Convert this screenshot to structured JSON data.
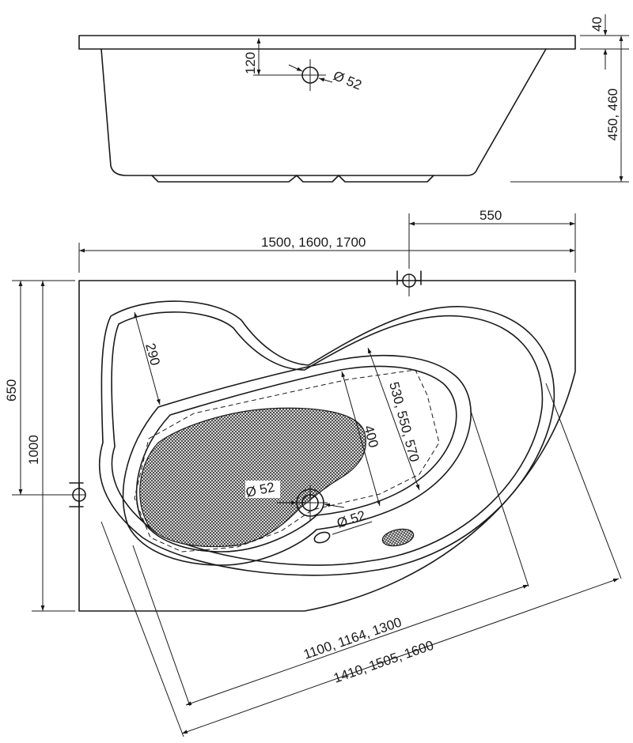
{
  "side_view": {
    "rim_height": "40",
    "total_height": "450, 460",
    "drain_height": "120",
    "drain_diameter": "Ø 52"
  },
  "top_view": {
    "tap_offset": "550",
    "overall_width": "1500, 1600, 1700",
    "height_650": "650",
    "height_1000": "1000",
    "depth_290": "290",
    "inner_width": "400",
    "inner_span": "530, 550, 570",
    "drain_diameter_1": "Ø 52",
    "drain_diameter_2": "Ø 52",
    "length_inner": "1100, 1164, 1300",
    "length_outer": "1410, 1505, 1600"
  },
  "colors": {
    "line": "#1a1a1a",
    "background": "#ffffff"
  }
}
